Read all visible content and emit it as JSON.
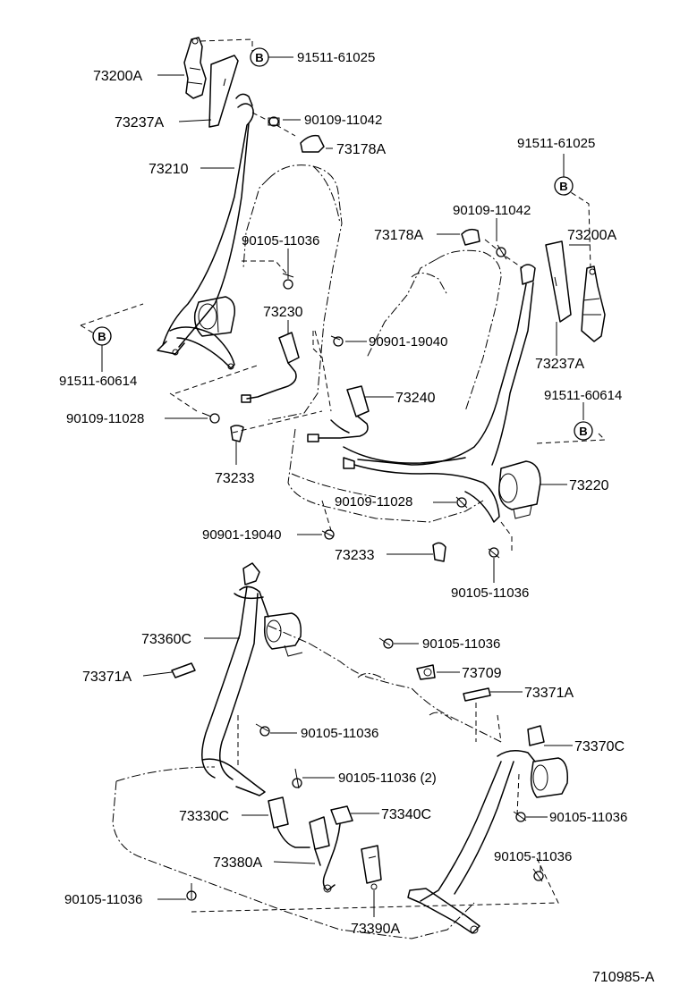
{
  "diagram_id": "710985-A",
  "circle_marker": "B",
  "labels": {
    "l73200A_top": "73200A",
    "l91511_61025_top": "91511-61025",
    "l73237A_top": "73237A",
    "l90109_11042_top": "90109-11042",
    "l73178A_top": "73178A",
    "l73210": "73210",
    "l91511_61025_right": "91511-61025",
    "l90109_11042_right": "90109-11042",
    "l73178A_right": "73178A",
    "l73200A_right": "73200A",
    "l90105_11036_a": "90105-11036",
    "l73230": "73230",
    "l90901_19040_a": "90901-19040",
    "l91511_60614_left": "91511-60614",
    "l90109_11028_left": "90109-11028",
    "l73237A_right": "73237A",
    "l91511_60614_right": "91511-60614",
    "l73240": "73240",
    "l73233_left": "73233",
    "l73220": "73220",
    "l90109_11028_right": "90109-11028",
    "l90901_19040_b": "90901-19040",
    "l73233_right": "73233",
    "l90105_11036_b": "90105-11036",
    "l73360C": "73360C",
    "l90105_11036_c": "90105-11036",
    "l73371A_left": "73371A",
    "l73709": "73709",
    "l73371A_right": "73371A",
    "l90105_11036_d": "90105-11036",
    "l73370C": "73370C",
    "l90105_11036_2": "90105-11036 (2)",
    "l73330C": "73330C",
    "l73340C": "73340C",
    "l90105_11036_e": "90105-11036",
    "l73380A": "73380A",
    "l90105_11036_f": "90105-11036",
    "l90105_11036_g": "90105-11036",
    "l73390A": "73390A"
  }
}
